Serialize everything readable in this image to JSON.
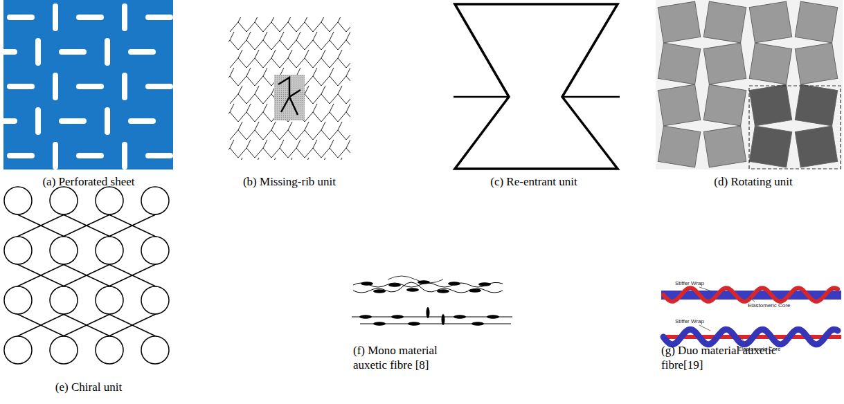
{
  "diagram": {
    "labels": [
      "(a) Perforated sheet",
      "(b) Missing-rib unit",
      "(c) Re-entrant unit",
      "(d) Rotating unit",
      "(e) Chiral unit",
      "(f) Mono material auxetic fibre [8]",
      "(g) Duo material auxetic fibre[19]",
      "Stiffer Wrap",
      "Elastomeric Core",
      "Stiffer Wrap",
      "Elastomeric Core"
    ]
  }
}
